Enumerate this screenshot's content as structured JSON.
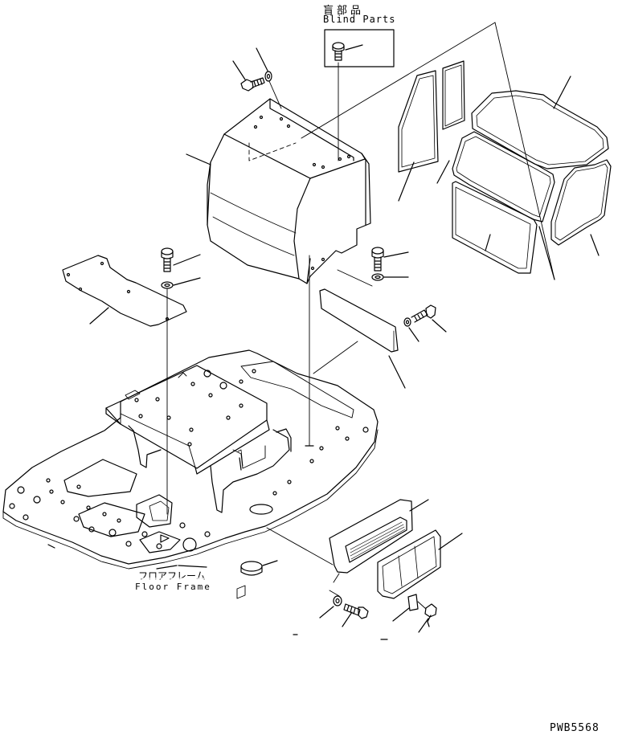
{
  "labels": {
    "blind_parts_jp": "盲部品",
    "blind_parts_en": "Blind Parts",
    "floor_frame_jp": "フロアフレーム",
    "floor_frame_en": "Floor Frame",
    "drawing_code": "PWB5568"
  },
  "colors": {
    "line": "#000000",
    "background": "#ffffff"
  }
}
